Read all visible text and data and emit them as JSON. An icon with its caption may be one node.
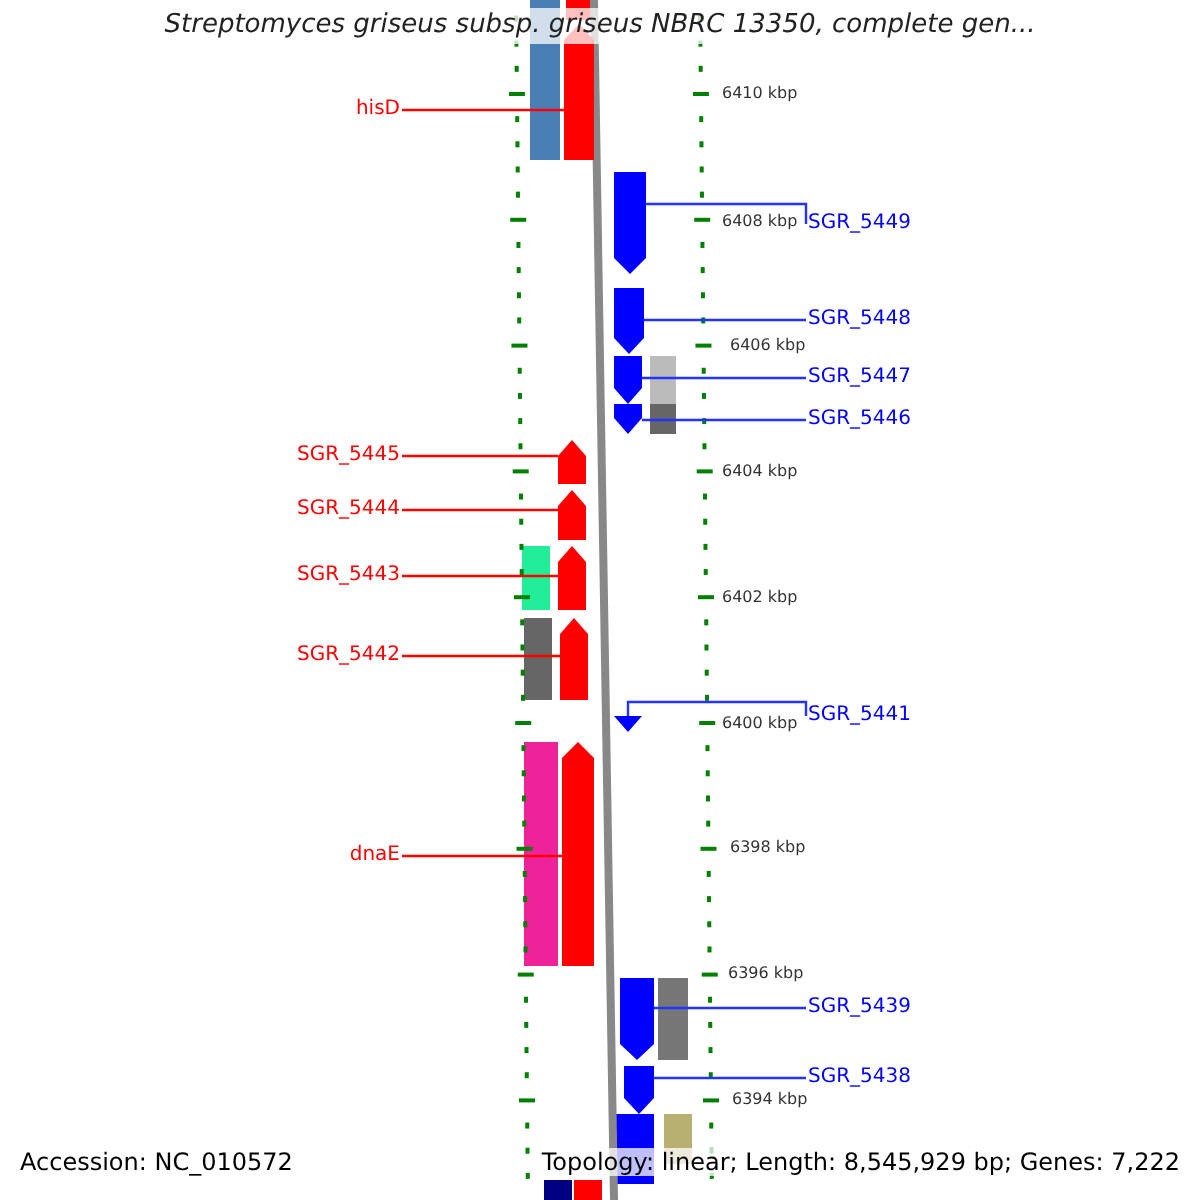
{
  "diagram": {
    "title": "Streptomyces griseus subsp. griseus NBRC 13350, complete gen...",
    "nodes": [
      {
        "text": [
          "hisD"
        ]
      },
      {
        "text": [],
        "shape": "bar"
      },
      {
        "text": [
          "SGR_5449"
        ]
      },
      {
        "text": [],
        "shape": "bar"
      },
      {
        "text": [
          "SGR_5448"
        ]
      },
      {
        "text": [],
        "shape": "bar"
      },
      {
        "text": [
          "SGR_5447"
        ]
      },
      {
        "text": [],
        "shape": "bar"
      },
      {
        "text": [
          "SGR_5446"
        ]
      },
      {
        "text": [],
        "shape": "bar"
      },
      {
        "text": [
          "SGR_5445"
        ]
      },
      {
        "text": [],
        "shape": "bar"
      },
      {
        "text": [
          "SGR_5444"
        ]
      },
      {
        "text": [],
        "shape": "bar"
      },
      {
        "text": [
          "SGR_5443"
        ]
      },
      {
        "text": [],
        "shape": "bar"
      },
      {
        "text": [
          "SGR_5442"
        ]
      },
      {
        "text": [],
        "shape": "bar"
      },
      {
        "text": [
          "SGR_5441"
        ]
      },
      {
        "text": [],
        "shape": "bar"
      },
      {
        "text": [
          "dnaE"
        ]
      },
      {
        "text": [],
        "shape": "bar"
      },
      {
        "text": [
          "SGR_5439"
        ]
      },
      {
        "text": [],
        "shape": "bar"
      },
      {
        "text": [
          "SGR_5438"
        ]
      },
      {
        "text": [],
        "shape": "bar"
      }
    ],
    "edges": [
      {
        "from": 0,
        "to": 1,
        "arrow": "none",
        "color": "#ff0000"
      },
      {
        "from": 2,
        "to": 3,
        "arrow": "none"
      },
      {
        "from": 4,
        "to": 5,
        "arrow": "none"
      },
      {
        "from": 6,
        "to": 7,
        "arrow": "none"
      },
      {
        "from": 8,
        "to": 9,
        "arrow": "none"
      },
      {
        "from": 10,
        "to": 11,
        "arrow": "none",
        "color": "#ff0000"
      },
      {
        "from": 12,
        "to": 13,
        "arrow": "none",
        "color": "#ff0000"
      },
      {
        "from": 14,
        "to": 15,
        "arrow": "none",
        "color": "#ff0000"
      },
      {
        "from": 16,
        "to": 17,
        "arrow": "none",
        "color": "#ff0000"
      },
      {
        "from": 18,
        "to": 19,
        "arrow": "none"
      },
      {
        "from": 20,
        "to": 21,
        "arrow": "none",
        "color": "#ff0000"
      },
      {
        "from": 22,
        "to": 23,
        "arrow": "none"
      },
      {
        "from": 24,
        "to": 25,
        "arrow": "none"
      }
    ],
    "labels": [
      "6410 kbp",
      "6408 kbp",
      "6406 kbp",
      "6404 kbp",
      "6402 kbp",
      "6400 kbp",
      "6398 kbp",
      "6396 kbp",
      "6394 kbp",
      "Accession: NC_010572",
      "Topology: linear; Length: 8,545,929 bp; Genes: 7,222"
    ]
  }
}
